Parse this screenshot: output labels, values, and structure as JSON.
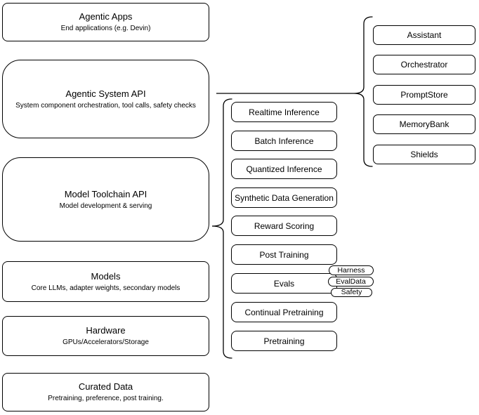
{
  "diagram": {
    "left_column": [
      {
        "title": "Agentic Apps",
        "subtitle": "End applications (e.g. Devin)"
      },
      {
        "title": "Agentic System API",
        "subtitle": "System component orchestration, tool calls, safety checks"
      },
      {
        "title": "Model Toolchain API",
        "subtitle": "Model development & serving"
      },
      {
        "title": "Models",
        "subtitle": "Core LLMs, adapter weights, secondary models"
      },
      {
        "title": "Hardware",
        "subtitle": "GPUs/Accelerators/Storage"
      },
      {
        "title": "Curated Data",
        "subtitle": "Pretraining, preference, post training."
      }
    ],
    "toolchain_items": [
      "Realtime Inference",
      "Batch Inference",
      "Quantized Inference",
      "Synthetic Data Generation",
      "Reward Scoring",
      "Post Training",
      "Evals",
      "Continual Pretraining",
      "Pretraining"
    ],
    "evals_sub_items": [
      "Harness",
      "EvalData",
      "Safety"
    ],
    "system_components": [
      "Assistant",
      "Orchestrator",
      "PromptStore",
      "MemoryBank",
      "Shields"
    ],
    "colors": {
      "stroke": "#000000",
      "background": "#ffffff"
    }
  }
}
